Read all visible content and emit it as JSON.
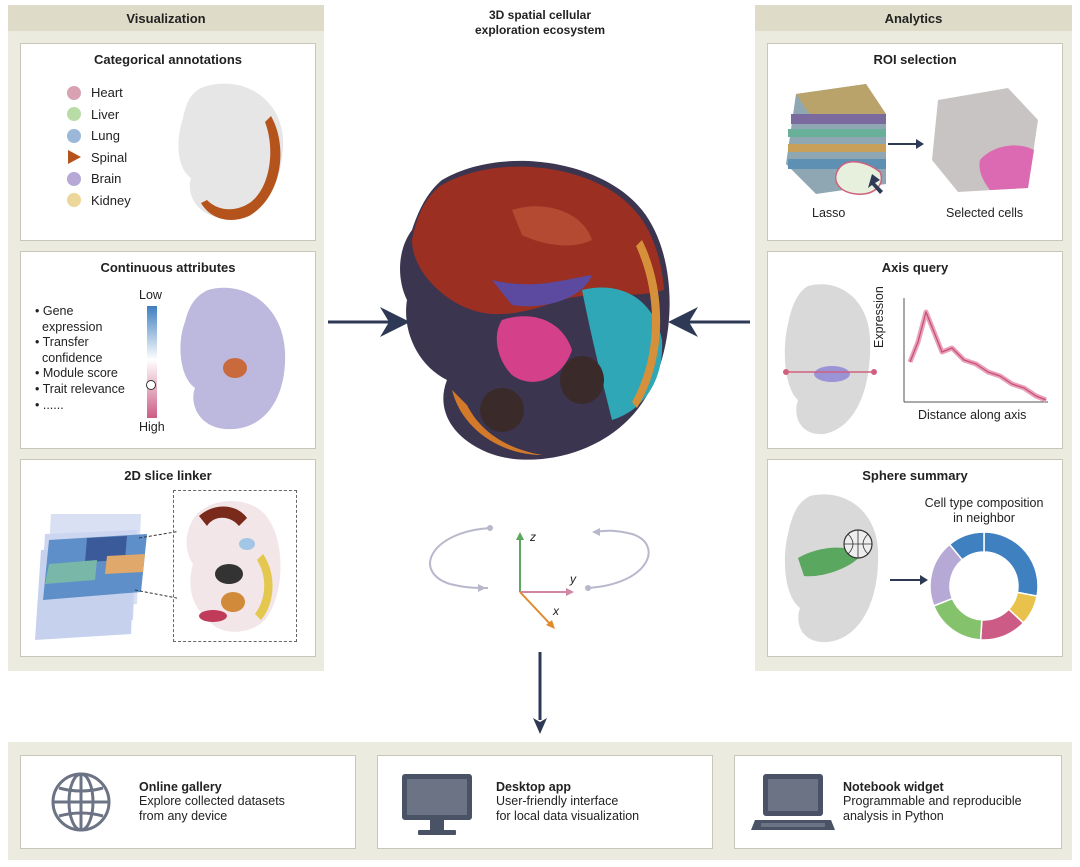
{
  "center": {
    "title_line1": "3D spatial cellular",
    "title_line2": "exploration ecosystem",
    "axis_z": "z",
    "axis_y": "y",
    "axis_x": "x"
  },
  "visualization": {
    "header": "Visualization",
    "categorical": {
      "title": "Categorical annotations",
      "items": [
        {
          "label": "Heart",
          "color": "#d9a2b2"
        },
        {
          "label": "Liver",
          "color": "#b9dca6"
        },
        {
          "label": "Lung",
          "color": "#9cb8d9"
        },
        {
          "label": "Spinal",
          "color": "#b5531d"
        },
        {
          "label": "Brain",
          "color": "#b7a9d6"
        },
        {
          "label": "Kidney",
          "color": "#ecd69a"
        }
      ]
    },
    "continuous": {
      "title": "Continuous attributes",
      "bullets": [
        "• Gene",
        "   expression",
        "• Transfer",
        "   confidence",
        "• Module score",
        "• Trait relevance",
        "• ......"
      ],
      "low": "Low",
      "high": "High"
    },
    "slice": {
      "title": "2D slice linker"
    }
  },
  "analytics": {
    "header": "Analytics",
    "roi": {
      "title": "ROI selection",
      "lasso": "Lasso",
      "selected": "Selected cells"
    },
    "axis": {
      "title": "Axis query",
      "ylabel": "Expression",
      "xlabel": "Distance along axis"
    },
    "sphere": {
      "title": "Sphere summary",
      "caption_line1": "Cell type composition",
      "caption_line2": "in neighbor",
      "donut": [
        {
          "value": 0.28,
          "color": "#3f80c0"
        },
        {
          "value": 0.09,
          "color": "#e8c24a"
        },
        {
          "value": 0.14,
          "color": "#cc5c85"
        },
        {
          "value": 0.18,
          "color": "#84c26b"
        },
        {
          "value": 0.2,
          "color": "#b7a9d6"
        },
        {
          "value": 0.11,
          "color": "#3f80c0"
        }
      ]
    }
  },
  "bottom": {
    "gallery": {
      "title": "Online gallery",
      "line1": "Explore collected datasets",
      "line2": "from any device"
    },
    "desktop": {
      "title": "Desktop app",
      "line1": "User-friendly interface",
      "line2": "for local data visualization"
    },
    "notebook": {
      "title": "Notebook widget",
      "line1": "Programmable and reproducible",
      "line2": "analysis in Python"
    }
  }
}
